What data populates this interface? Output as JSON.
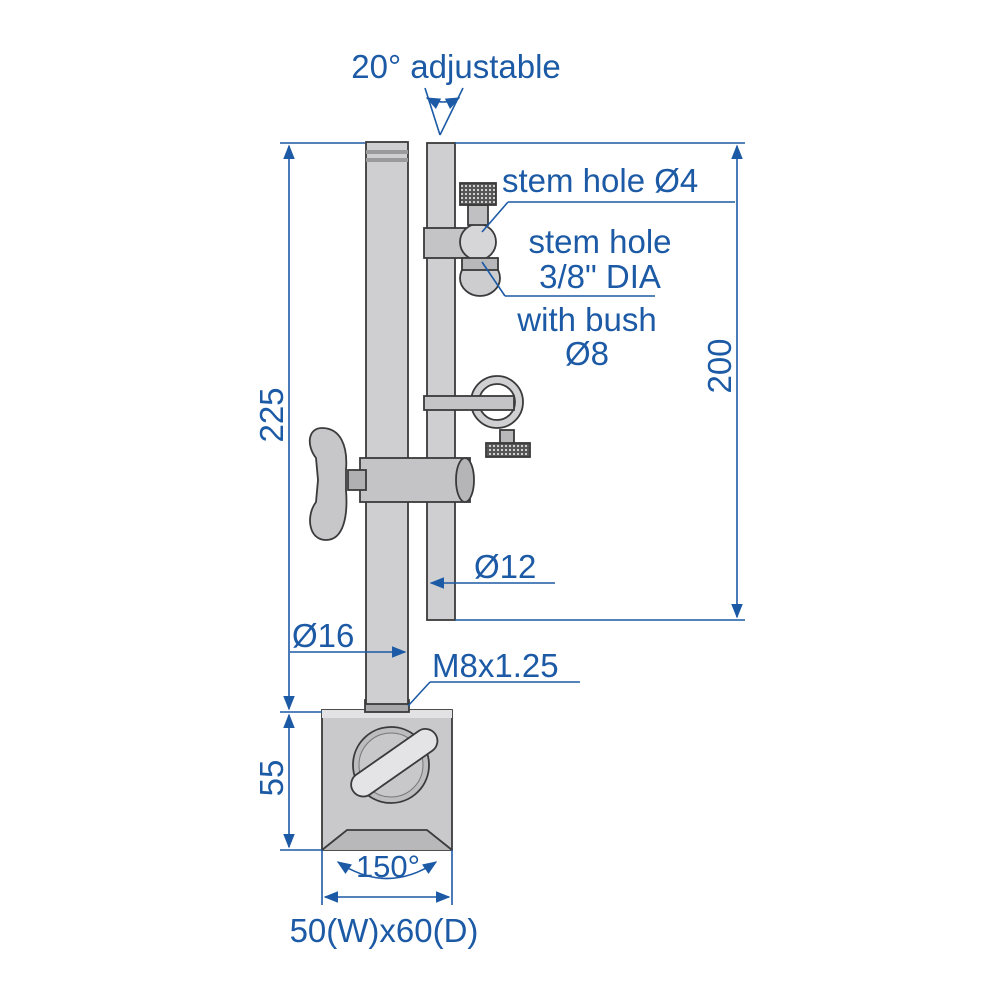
{
  "colors": {
    "annotation": "#1c5aa6",
    "outline": "#3a3a3a",
    "metal": "#cfcfd1",
    "metal_dark": "#9a9a9c",
    "background": "#ffffff"
  },
  "labels": {
    "adjust_angle": "20° adjustable",
    "stem_hole_small": "stem hole Ø4",
    "stem_hole_line1": "stem  hole",
    "stem_hole_line2": "3/8\" DIA",
    "bush_line1": "with bush",
    "bush_line2": "Ø8",
    "arm_length": "200",
    "total_height": "225",
    "arm_diameter": "Ø12",
    "post_diameter": "Ø16",
    "thread": "M8x1.25",
    "base_height": "55",
    "vee_angle": "150°",
    "base_size": "50(W)x60(D)"
  },
  "icons": [
    "knurled-screw-icon",
    "clamp-knob-icon",
    "magnet-switch-icon"
  ]
}
